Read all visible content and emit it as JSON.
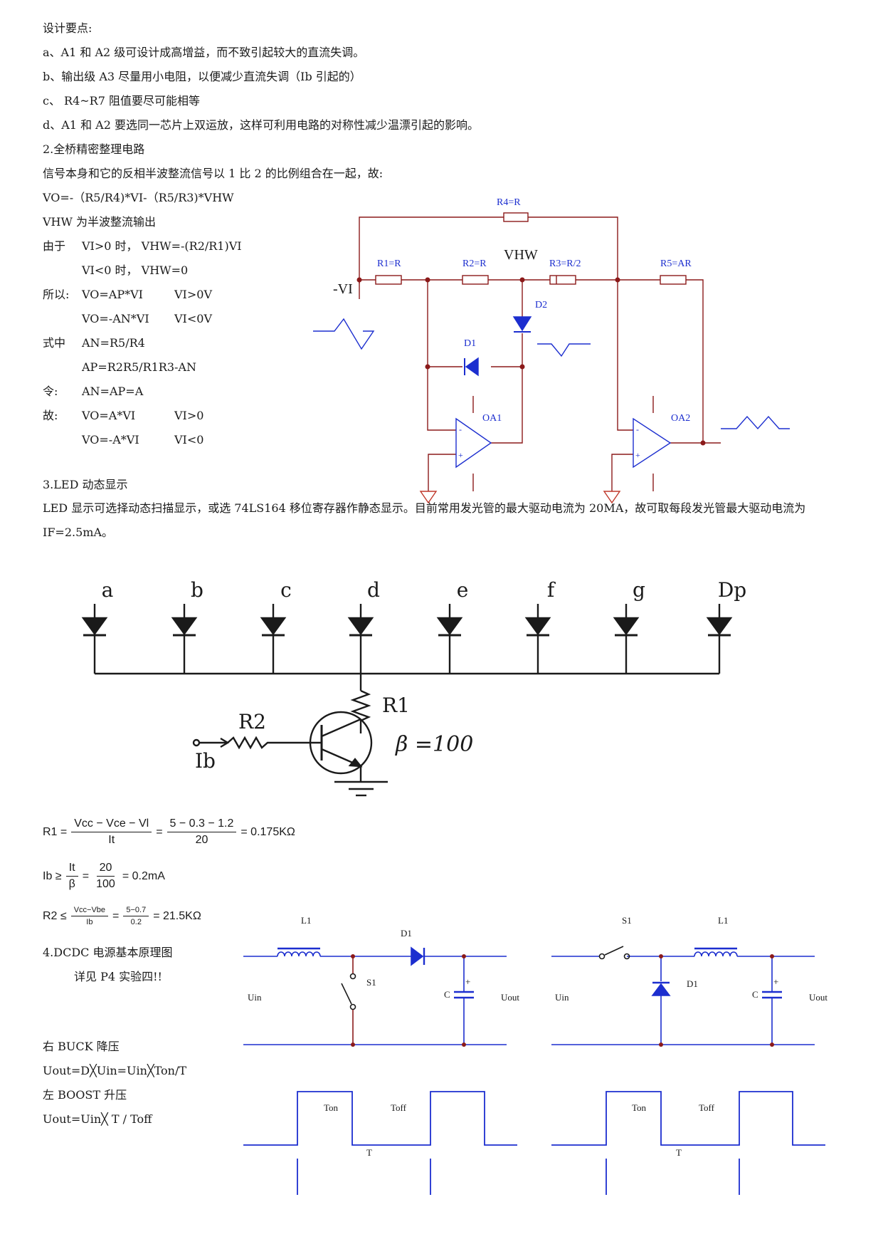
{
  "design_points": {
    "title": "设计要点:",
    "a": "a、A1 和 A2 级可设计成高增益，而不致引起较大的直流失调。",
    "b": "b、输出级 A3 尽量用小电阻，以便减少直流失调（Ib 引起的）",
    "c": "c、 R4~R7 阻值要尽可能相等",
    "d": "d、A1 和 A2 要选同一芯片上双运放，这样可利用电路的对称性减少温漂引起的影响。"
  },
  "section2": {
    "title": "2.全桥精密整理电路",
    "intro": "信号本身和它的反相半波整流信号以 1 比 2 的比例组合在一起，故:",
    "eq_vo": "VO=-（R5/R4)*VI-（R5/R3)*VHW",
    "vhw_def": "VHW 为半波整流输出",
    "since_label": "由于",
    "since_1": "VI>0 时， VHW=-(R2/R1)VI",
    "since_2": "VI<0 时， VHW=0",
    "so_label": "所以:",
    "so_1a": "VO=AP*VI",
    "so_1b": "VI>0V",
    "so_2a": "VO=-AN*VI",
    "so_2b": "VI<0V",
    "where_label": "式中",
    "where_1": "AN=R5/R4",
    "where_2": "AP=R2R5/R1R3-AN",
    "let_label": "令:",
    "let_1": "AN=AP=A",
    "therefore_label": "故:",
    "th_1a": "VO=A*VI",
    "th_1b": "VI>0",
    "th_2a": "VO=-A*VI",
    "th_2b": "VI<0"
  },
  "rectifier_circuit": {
    "r4": "R4=R",
    "r1": "R1=R",
    "r2": "R2=R",
    "vhw": "VHW",
    "r3": "R3=R/2",
    "r5": "R5=AR",
    "vi": "-VI",
    "d2": "D2",
    "d1": "D1",
    "oa1": "OA1",
    "oa2": "OA2",
    "minus": "-",
    "plus": "+"
  },
  "section3": {
    "title": "3.LED 动态显示",
    "body": "LED 显示可选择动态扫描显示，或选 74LS164 移位寄存器作静态显示。目前常用发光管的最大驱动电流为 20MA，故可取每段发光管最大驱动电流为 IF=2.5mA。"
  },
  "led_circuit": {
    "segments": [
      "a",
      "b",
      "c",
      "d",
      "e",
      "f",
      "g",
      "Dp"
    ],
    "r1": "R1",
    "r2": "R2",
    "ib": "Ib",
    "beta": "β =100"
  },
  "formulas": {
    "r1_lhs": "R1 =",
    "r1_num1": "Vcc − Vce − Vl",
    "r1_den1": "It",
    "r1_num2": "5 − 0.3 − 1.2",
    "r1_den2": "20",
    "r1_result": "= 0.175KΩ",
    "ib_lhs": "Ib ≥",
    "ib_num1": "It",
    "ib_den1": "β",
    "ib_num2": "20",
    "ib_den2": "100",
    "ib_result": "= 0.2mA",
    "r2_lhs": "R2 ≤",
    "r2_num1": "Vcc−Vbe",
    "r2_den1": "Ib",
    "r2_num2": "5−0.7",
    "r2_den2": "0.2",
    "r2_result": "= 21.5KΩ",
    "eq": "="
  },
  "section4": {
    "title": "4.DCDC 电源基本原理图",
    "see": "详见 P4 实验四!!",
    "buck": "右 BUCK 降压",
    "buck_eq": "Uout=D╳Uin=Uin╳Ton/T",
    "boost": "左 BOOST 升压",
    "boost_eq": "Uout=Uin╳ T / Toff"
  },
  "dcdc_circuit": {
    "l1": "L1",
    "d1": "D1",
    "s1": "S1",
    "c": "C",
    "uin": "Uin",
    "uout": "Uout",
    "plus": "+",
    "ton": "Ton",
    "toff": "Toff",
    "t": "T"
  }
}
